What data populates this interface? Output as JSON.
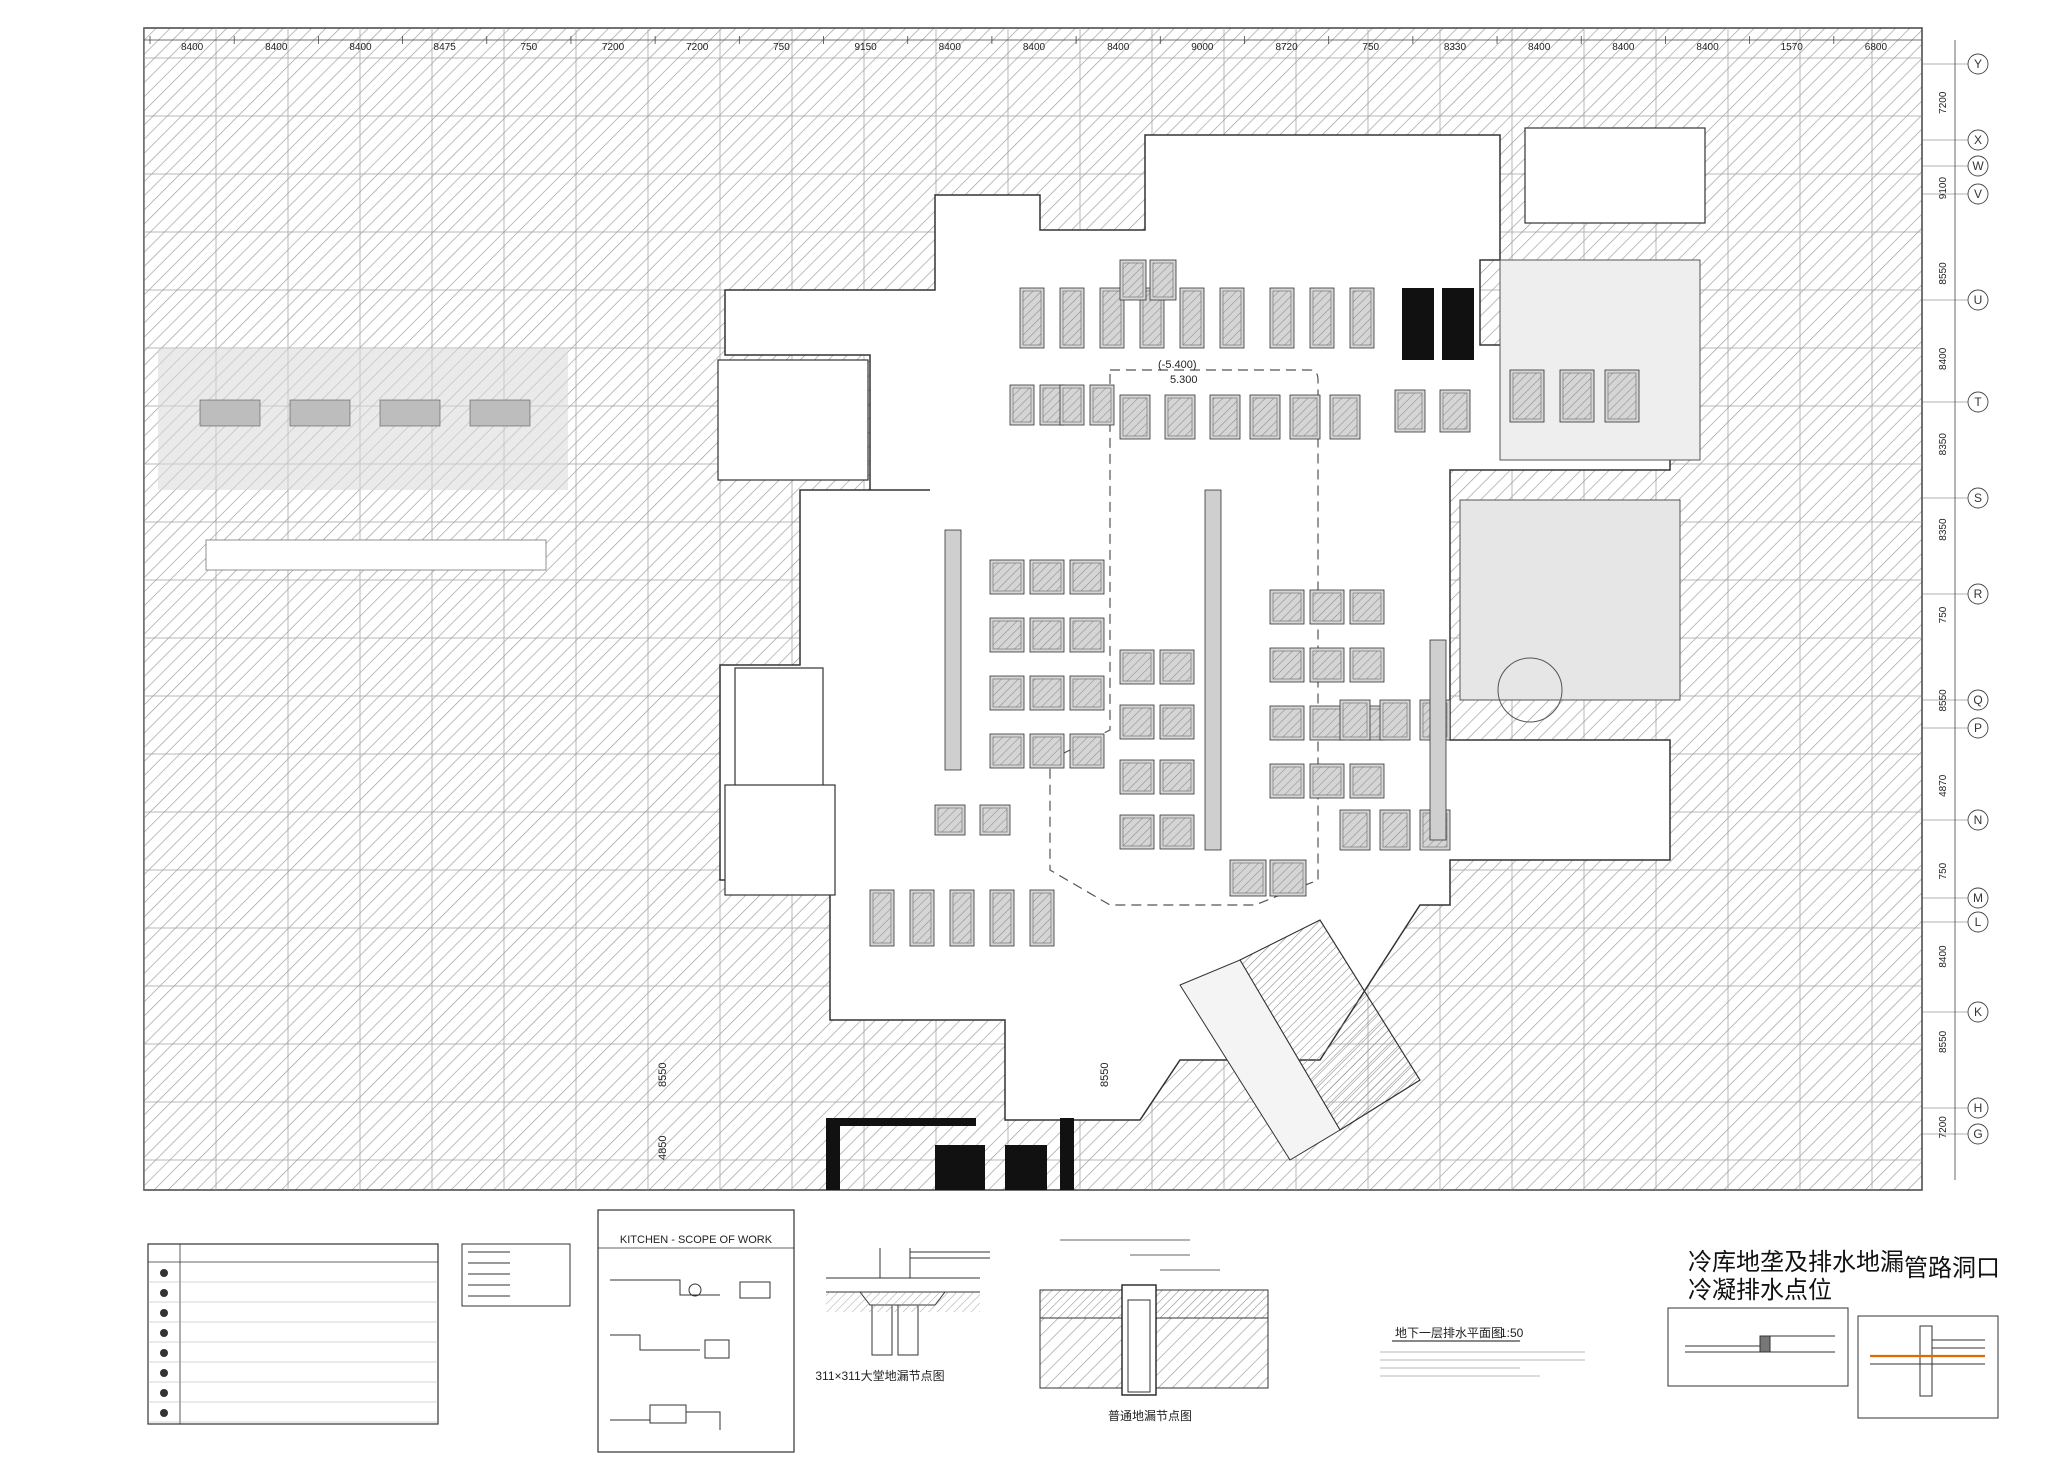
{
  "drawing": {
    "top_dimensions": [
      "8400",
      "8400",
      "8400",
      "8475",
      "750",
      "7200",
      "7200",
      "750",
      "9150",
      "8400",
      "8400",
      "8400",
      "9000",
      "8720",
      "750",
      "8330",
      "8400",
      "8400",
      "8400",
      "1570",
      "6800"
    ],
    "right_dimensions": [
      "7200",
      "9100",
      "8550",
      "8400",
      "8350",
      "8350",
      "750",
      "8550",
      "4870",
      "750",
      "8400",
      "8550",
      "7200"
    ],
    "grid_axes": [
      "Y",
      "X",
      "W",
      "V",
      "U",
      "T",
      "S",
      "R",
      "Q",
      "P",
      "N",
      "M",
      "L",
      "K",
      "H",
      "G"
    ],
    "bottom_dimensions": [
      "8550",
      "4850"
    ],
    "room_label": "",
    "elevation_mark": "(-5.400)",
    "elevation_mark_2": "5.300",
    "stair_label": "",
    "ramp_label": ""
  },
  "legend_table": {
    "rows": [
      "",
      "",
      "",
      "",
      "",
      "",
      "",
      ""
    ]
  },
  "small_legend": {
    "rows": [
      "",
      "",
      "",
      "",
      ""
    ]
  },
  "kitchen_scope": {
    "title_line1": "",
    "title_line2": "KITCHEN - SCOPE OF WORK"
  },
  "detail_1": {
    "caption": "311×311大堂地漏节点图"
  },
  "detail_2": {
    "caption": "普通地漏节点图"
  },
  "plan_title": {
    "text": "地下一层排水平面图",
    "scale": "1:50"
  },
  "notes_right": {
    "title_a_line1": "冷库地垄及排水地漏",
    "title_a_line2": "冷凝排水点位",
    "title_b": "管路洞口"
  }
}
